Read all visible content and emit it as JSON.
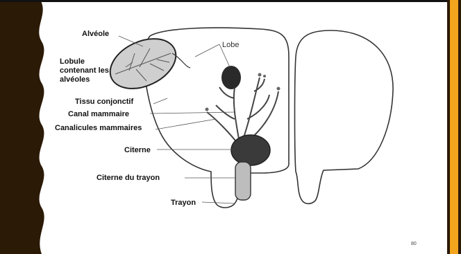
{
  "slide": {
    "page_number": "80",
    "accent_color": "#f2a51d",
    "band_color": "#2b1a06"
  },
  "diagram": {
    "labels": {
      "alveole": "Alvéole",
      "lobule_line1": "Lobule",
      "lobule_line2": "contenant les",
      "lobule_line3": "alvéoles",
      "lobe": "Lobe",
      "tissu": "Tissu conjonctif",
      "canal": "Canal mammaire",
      "canalicules": "Canalicules mammaires",
      "citerne": "Citerne",
      "citerne_trayon": "Citerne du trayon",
      "trayon": "Trayon"
    }
  }
}
